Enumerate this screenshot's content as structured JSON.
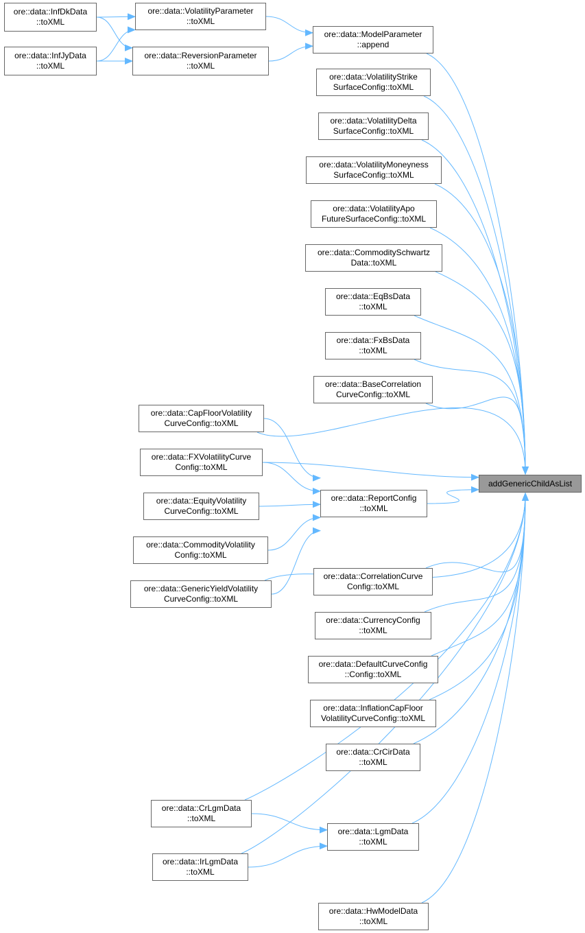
{
  "target": {
    "id": "target",
    "lines": [
      "addGenericChildAsList"
    ]
  },
  "nodes": [
    {
      "id": "infdk",
      "lines": [
        "ore::data::InfDkData",
        "::toXML"
      ]
    },
    {
      "id": "infjy",
      "lines": [
        "ore::data::InfJyData",
        "::toXML"
      ]
    },
    {
      "id": "volparam",
      "lines": [
        "ore::data::VolatilityParameter",
        "::toXML"
      ]
    },
    {
      "id": "revparam",
      "lines": [
        "ore::data::ReversionParameter",
        "::toXML"
      ]
    },
    {
      "id": "modelparam",
      "lines": [
        "ore::data::ModelParameter",
        "::append"
      ]
    },
    {
      "id": "volstrike",
      "lines": [
        "ore::data::VolatilityStrike",
        "SurfaceConfig::toXML"
      ]
    },
    {
      "id": "voldelta",
      "lines": [
        "ore::data::VolatilityDelta",
        "SurfaceConfig::toXML"
      ]
    },
    {
      "id": "volmoney",
      "lines": [
        "ore::data::VolatilityMoneyness",
        "SurfaceConfig::toXML"
      ]
    },
    {
      "id": "volapo",
      "lines": [
        "ore::data::VolatilityApo",
        "FutureSurfaceConfig::toXML"
      ]
    },
    {
      "id": "comschwartz",
      "lines": [
        "ore::data::CommoditySchwartz",
        "Data::toXML"
      ]
    },
    {
      "id": "eqbs",
      "lines": [
        "ore::data::EqBsData",
        "::toXML"
      ]
    },
    {
      "id": "fxbs",
      "lines": [
        "ore::data::FxBsData",
        "::toXML"
      ]
    },
    {
      "id": "basecorr",
      "lines": [
        "ore::data::BaseCorrelation",
        "CurveConfig::toXML"
      ]
    },
    {
      "id": "capfloor",
      "lines": [
        "ore::data::CapFloorVolatility",
        "CurveConfig::toXML"
      ]
    },
    {
      "id": "fxvol",
      "lines": [
        "ore::data::FXVolatilityCurve",
        "Config::toXML"
      ]
    },
    {
      "id": "report",
      "lines": [
        "ore::data::ReportConfig",
        "::toXML"
      ]
    },
    {
      "id": "eqvol",
      "lines": [
        "ore::data::EquityVolatility",
        "CurveConfig::toXML"
      ]
    },
    {
      "id": "comvol",
      "lines": [
        "ore::data::CommodityVolatility",
        "Config::toXML"
      ]
    },
    {
      "id": "genyield",
      "lines": [
        "ore::data::GenericYieldVolatility",
        "CurveConfig::toXML"
      ]
    },
    {
      "id": "corrcurve",
      "lines": [
        "ore::data::CorrelationCurve",
        "Config::toXML"
      ]
    },
    {
      "id": "currency",
      "lines": [
        "ore::data::CurrencyConfig",
        "::toXML"
      ]
    },
    {
      "id": "defcurve",
      "lines": [
        "ore::data::DefaultCurveConfig",
        "::Config::toXML"
      ]
    },
    {
      "id": "inflcap",
      "lines": [
        "ore::data::InflationCapFloor",
        "VolatilityCurveConfig::toXML"
      ]
    },
    {
      "id": "crcir",
      "lines": [
        "ore::data::CrCirData",
        "::toXML"
      ]
    },
    {
      "id": "crlgm",
      "lines": [
        "ore::data::CrLgmData",
        "::toXML"
      ]
    },
    {
      "id": "lgm",
      "lines": [
        "ore::data::LgmData",
        "::toXML"
      ]
    },
    {
      "id": "irlgm",
      "lines": [
        "ore::data::IrLgmData",
        "::toXML"
      ]
    },
    {
      "id": "hw",
      "lines": [
        "ore::data::HwModelData",
        "::toXML"
      ]
    }
  ],
  "edges": [
    [
      "infdk",
      "volparam"
    ],
    [
      "infdk",
      "revparam"
    ],
    [
      "infjy",
      "volparam"
    ],
    [
      "infjy",
      "revparam"
    ],
    [
      "volparam",
      "modelparam"
    ],
    [
      "revparam",
      "modelparam"
    ],
    [
      "modelparam",
      "target"
    ],
    [
      "volstrike",
      "target"
    ],
    [
      "voldelta",
      "target"
    ],
    [
      "volmoney",
      "target"
    ],
    [
      "volapo",
      "target"
    ],
    [
      "comschwartz",
      "target"
    ],
    [
      "eqbs",
      "target"
    ],
    [
      "fxbs",
      "target"
    ],
    [
      "basecorr",
      "target"
    ],
    [
      "capfloor",
      "target"
    ],
    [
      "capfloor",
      "report"
    ],
    [
      "fxvol",
      "target"
    ],
    [
      "fxvol",
      "report"
    ],
    [
      "eqvol",
      "report"
    ],
    [
      "comvol",
      "report"
    ],
    [
      "genyield",
      "report"
    ],
    [
      "genyield",
      "target"
    ],
    [
      "report",
      "target"
    ],
    [
      "corrcurve",
      "target"
    ],
    [
      "currency",
      "target"
    ],
    [
      "defcurve",
      "target"
    ],
    [
      "inflcap",
      "target"
    ],
    [
      "crcir",
      "target"
    ],
    [
      "crlgm",
      "target"
    ],
    [
      "crlgm",
      "lgm"
    ],
    [
      "irlgm",
      "lgm"
    ],
    [
      "irlgm",
      "target"
    ],
    [
      "lgm",
      "target"
    ],
    [
      "hw",
      "target"
    ]
  ],
  "colors": {
    "edge": "#63b8ff",
    "target_fill": "#999999",
    "border": "#666666"
  }
}
